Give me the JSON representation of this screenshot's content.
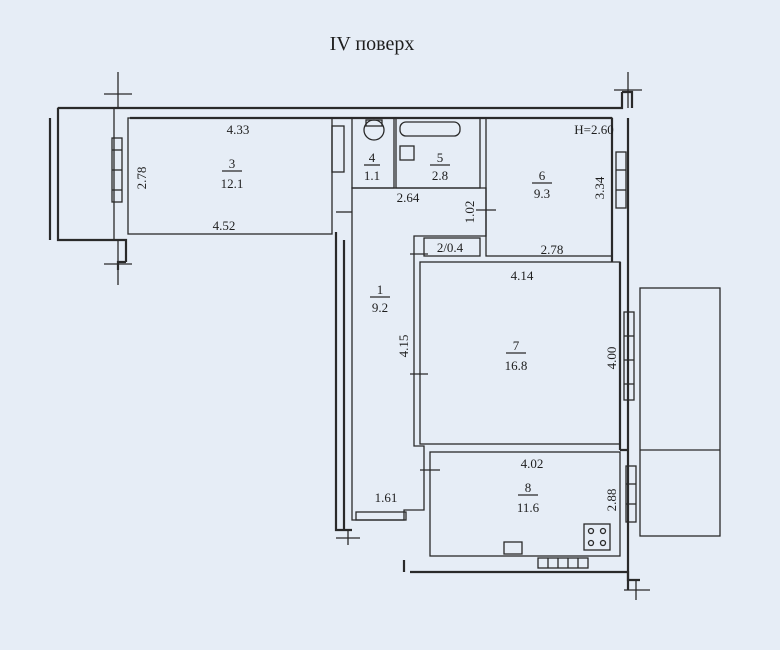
{
  "title": "IV поверх",
  "ceiling_height": "H=2.60",
  "rooms": [
    {
      "num": "1",
      "area": "9.2"
    },
    {
      "num": "2",
      "area": "0.4"
    },
    {
      "num": "3",
      "area": "12.1"
    },
    {
      "num": "4",
      "area": "1.1"
    },
    {
      "num": "5",
      "area": "2.8"
    },
    {
      "num": "6",
      "area": "9.3"
    },
    {
      "num": "7",
      "area": "16.8"
    },
    {
      "num": "8",
      "area": "11.6"
    }
  ],
  "room2_label": "2/0.4",
  "dims": {
    "r3_top": "4.33",
    "r3_side": "2.78",
    "r3_bottom": "4.52",
    "hall_top": "2.64",
    "hall_right": "1.02",
    "r6_side": "3.34",
    "r6_bottom": "2.78",
    "r7_top": "4.14",
    "r7_left": "4.15",
    "r7_right": "4.00",
    "r8_top": "4.02",
    "r8_right": "2.88",
    "r1_bottom": "1.61"
  }
}
